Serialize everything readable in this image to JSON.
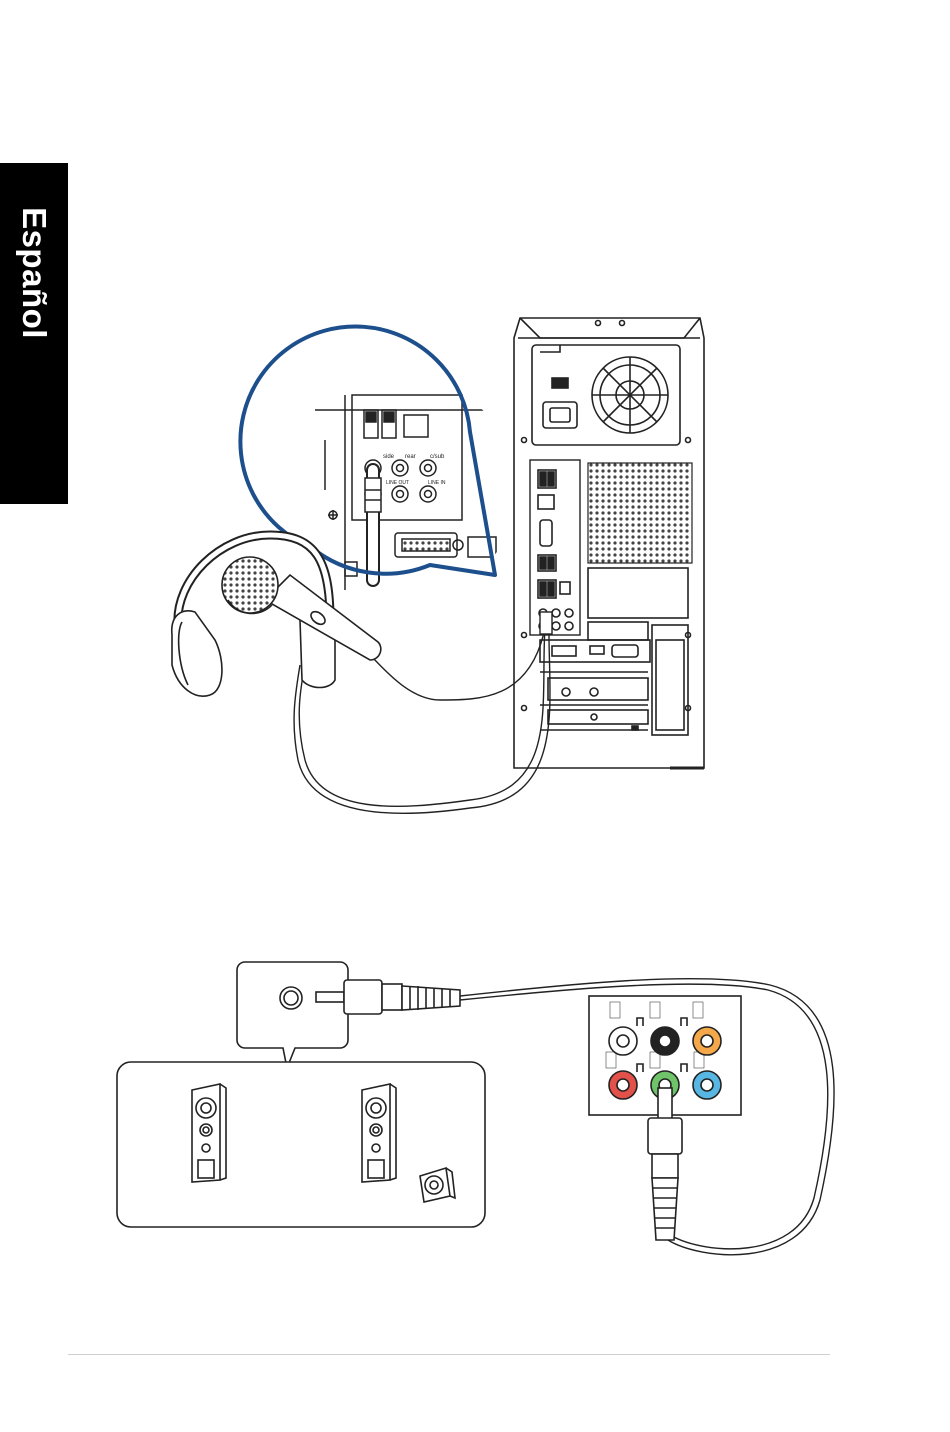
{
  "sidebar": {
    "language_tab": "Español"
  },
  "colors": {
    "tab_background": "#000000",
    "tab_text": "#ffffff",
    "callout_blue": "#1c4f8c",
    "jack_orange": "#f4a84a",
    "jack_black": "#222222",
    "jack_white": "#ffffff",
    "jack_red": "#e2524a",
    "jack_green": "#6fc46a",
    "jack_blue": "#58b6e2"
  },
  "top_illustration": {
    "port_labels": {
      "side": "side",
      "rear": "rear",
      "c_sub": "c/sub",
      "line_out": "LINE OUT",
      "line_in": "LINE IN"
    },
    "icons": [
      "pc-tower-rear-icon",
      "headset-icon",
      "microphone-icon",
      "audio-cable-icon",
      "zoom-callout-icon"
    ]
  },
  "bottom_illustration": {
    "icons": [
      "audio-plug-icon",
      "speaker-left-icon",
      "speaker-right-icon",
      "subwoofer-icon",
      "audio-jack-panel-icon"
    ]
  }
}
